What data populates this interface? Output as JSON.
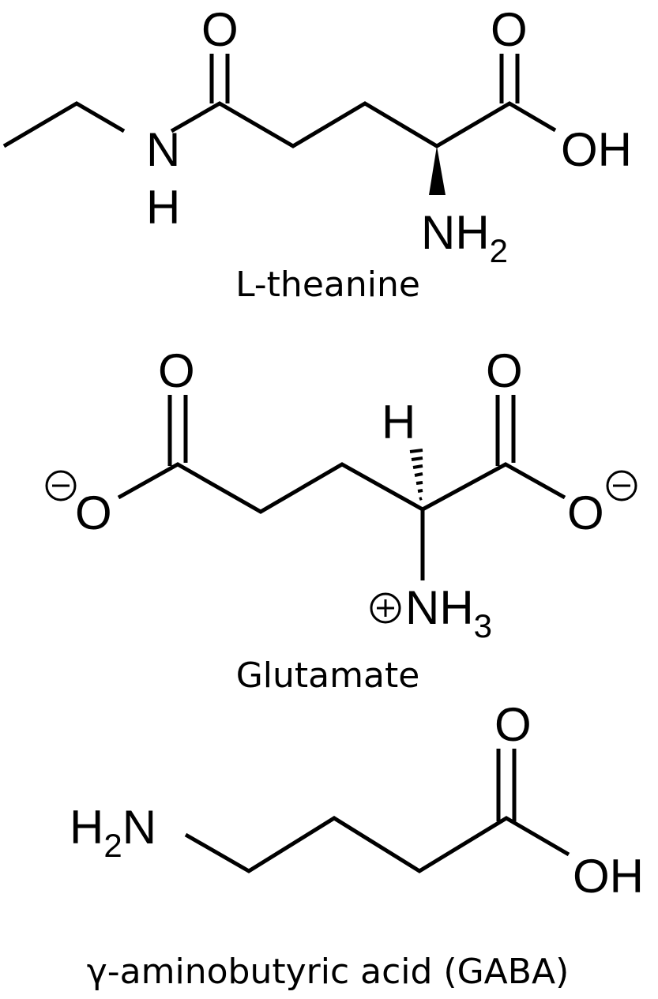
{
  "figure": {
    "background": "#ffffff",
    "ink_color": "#000000",
    "molecules": [
      {
        "name": "L-theanine",
        "caption": "L-theanine",
        "atoms": {
          "n_amide": "N",
          "h_amide": "H",
          "o_amide": "O",
          "o_acid_carbonyl": "O",
          "oh_acid": "OH",
          "amine": "NH",
          "amine_sub": "2"
        },
        "stereo": "wedge"
      },
      {
        "name": "Glutamate",
        "caption": "Glutamate",
        "atoms": {
          "o_left_carbonyl": "O",
          "o_left_anion": "O",
          "h_alpha": "H",
          "o_right_carbonyl": "O",
          "o_right_anion": "O",
          "ammonium": "NH",
          "ammonium_sub": "3"
        },
        "charges": {
          "left_o": "minus",
          "right_o": "minus",
          "ammonium": "plus"
        },
        "stereo": "hash"
      },
      {
        "name": "GABA",
        "caption": "γ-aminobutyric acid (GABA)",
        "atoms": {
          "amine_h": "H",
          "amine_sub": "2",
          "amine_n": "N",
          "o_carbonyl": "O",
          "oh_acid": "OH"
        }
      }
    ]
  }
}
